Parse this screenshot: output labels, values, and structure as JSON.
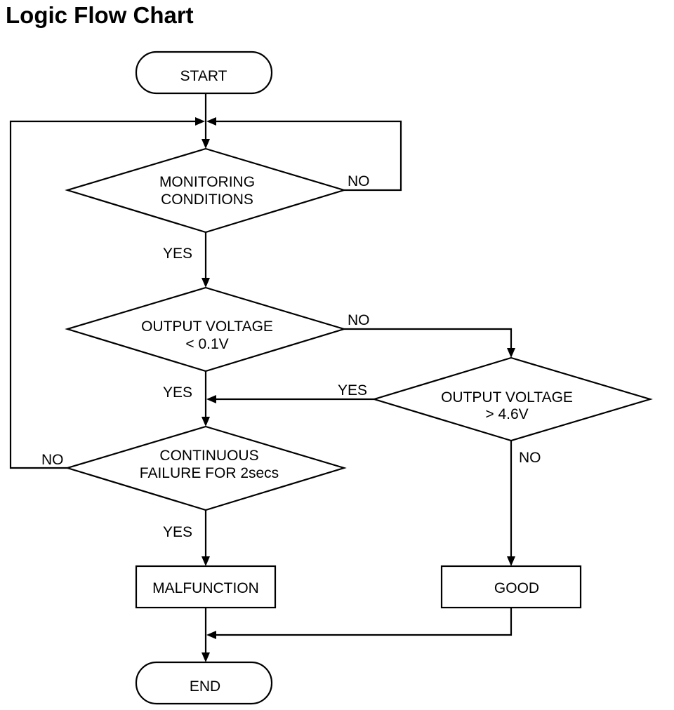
{
  "title": "Logic Flow Chart",
  "nodes": {
    "start": {
      "label": "START"
    },
    "monitoring": {
      "lines": [
        "MONITORING",
        "CONDITIONS"
      ]
    },
    "low_voltage": {
      "lines": [
        "OUTPUT VOLTAGE",
        "< 0.1V"
      ]
    },
    "high_voltage": {
      "lines": [
        "OUTPUT VOLTAGE",
        "> 4.6V"
      ]
    },
    "continuous": {
      "lines": [
        "CONTINUOUS",
        "FAILURE FOR 2secs"
      ]
    },
    "malfunction": {
      "label": "MALFUNCTION"
    },
    "good": {
      "label": "GOOD"
    },
    "end": {
      "label": "END"
    }
  },
  "edges": {
    "monitoring_no": "NO",
    "monitoring_yes": "YES",
    "low_no": "NO",
    "low_yes": "YES",
    "high_yes": "YES",
    "high_no": "NO",
    "continuous_no": "NO",
    "continuous_yes": "YES"
  },
  "colors": {
    "line": "#000000",
    "background": "#ffffff"
  }
}
